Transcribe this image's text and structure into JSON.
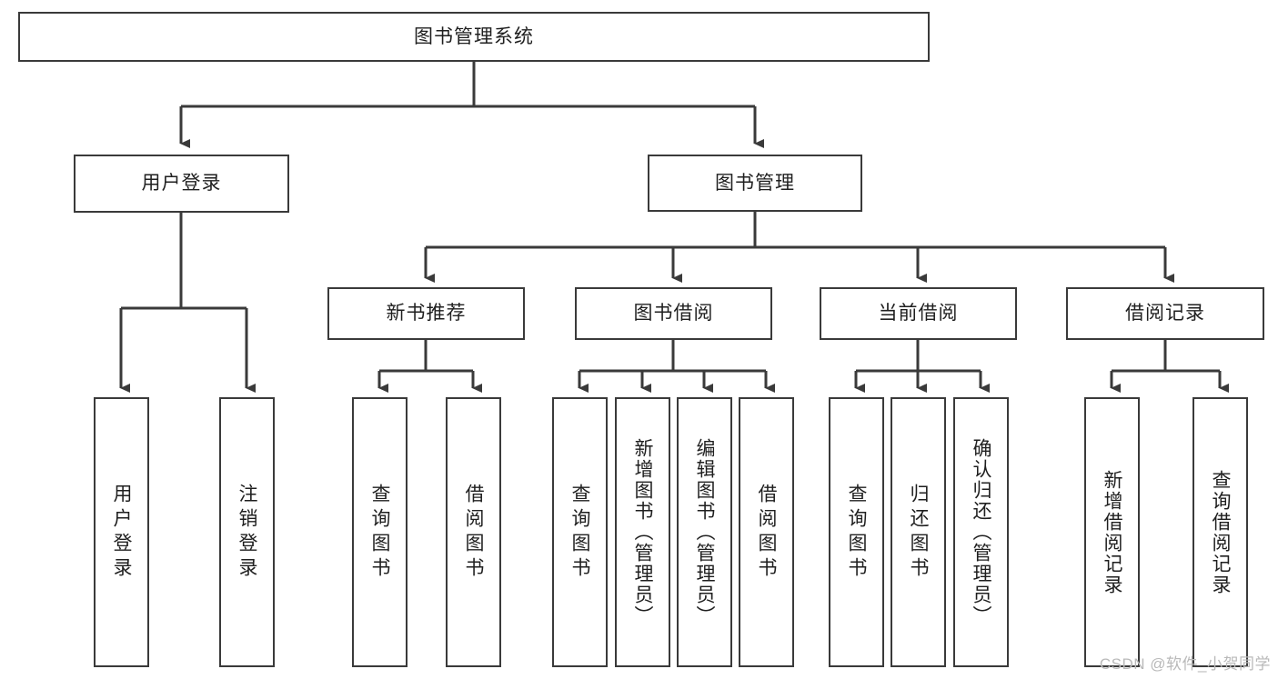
{
  "diagram": {
    "title": "图书管理系统",
    "type": "tree-hierarchy",
    "root": {
      "label": "图书管理系统"
    },
    "level2": [
      {
        "label": "用户登录"
      },
      {
        "label": "图书管理"
      }
    ],
    "level3": [
      {
        "label": "新书推荐"
      },
      {
        "label": "图书借阅"
      },
      {
        "label": "当前借阅"
      },
      {
        "label": "借阅记录"
      }
    ],
    "leaves": {
      "user_login": [
        {
          "label": "用户登录"
        },
        {
          "label": "注销登录"
        }
      ],
      "new_book_recommend": [
        {
          "label": "查询图书"
        },
        {
          "label": "借阅图书"
        }
      ],
      "book_borrow": [
        {
          "label": "查询图书"
        },
        {
          "label": "新增图书（管理员）"
        },
        {
          "label": "编辑图书（管理员）"
        },
        {
          "label": "借阅图书"
        }
      ],
      "current_borrow": [
        {
          "label": "查询图书"
        },
        {
          "label": "归还图书"
        },
        {
          "label": "确认归还（管理员）"
        }
      ],
      "borrow_record": [
        {
          "label": "新增借阅记录"
        },
        {
          "label": "查询借阅记录"
        }
      ]
    }
  },
  "watermark": {
    "text": "CSDN @软件_小贺同学"
  },
  "colors": {
    "stroke": "#3a3a3a",
    "fill": "#ffffff",
    "text": "#1f1f1f",
    "watermark": "#b9b9b9"
  }
}
